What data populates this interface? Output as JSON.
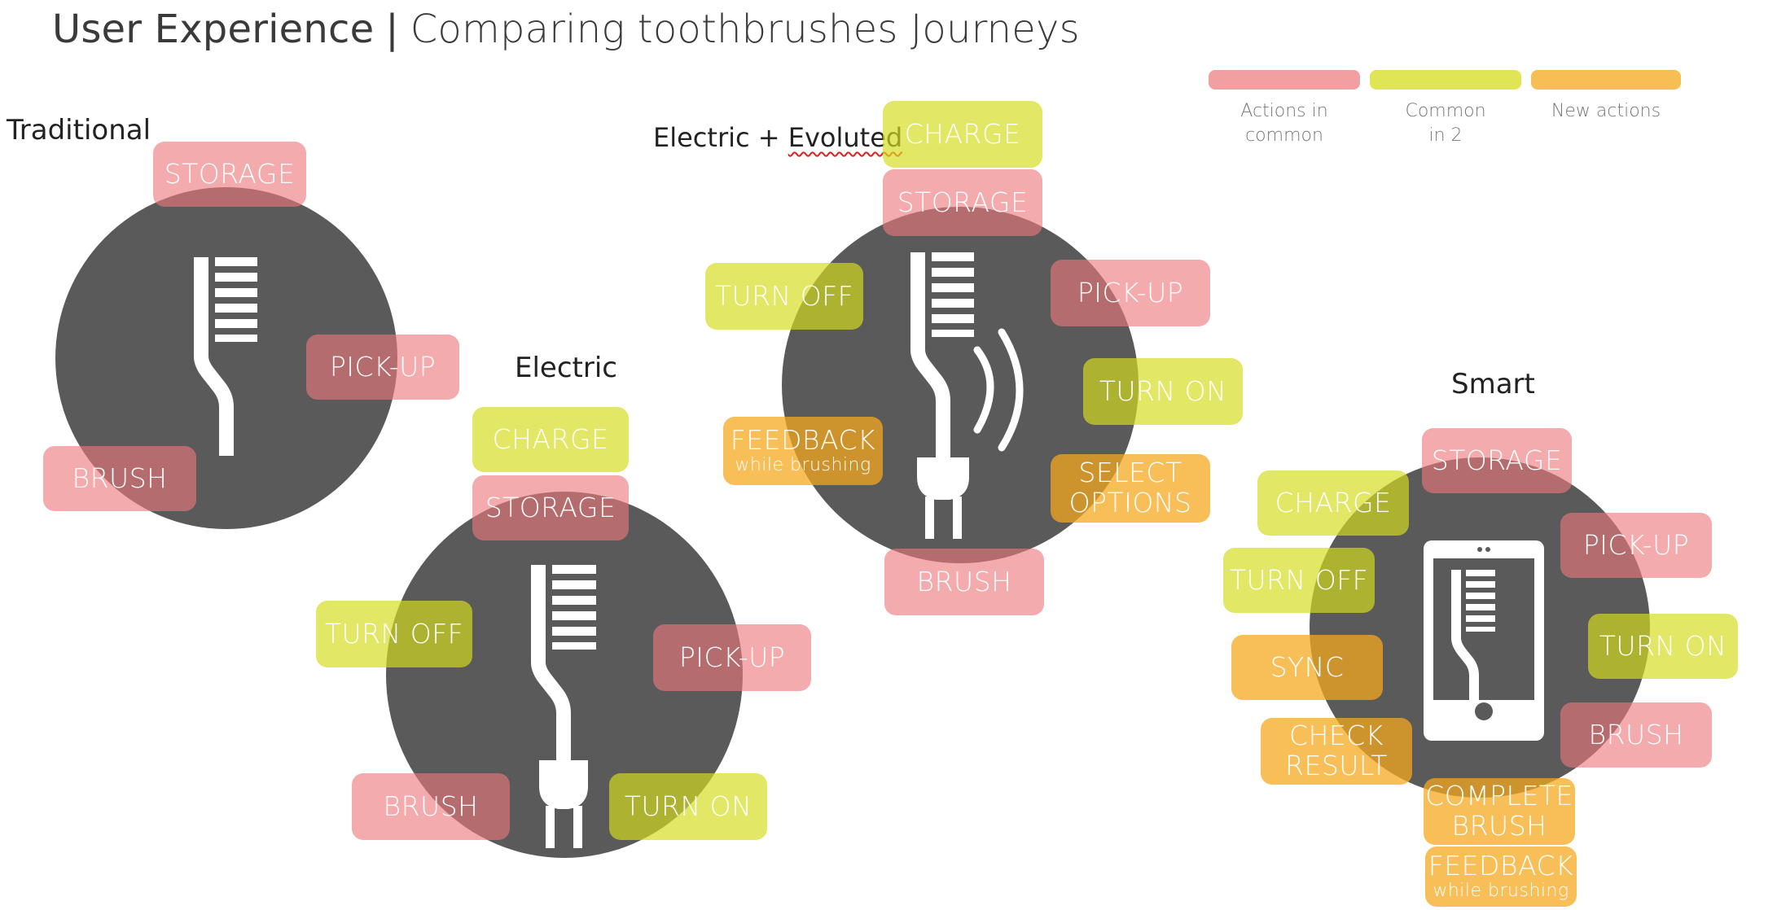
{
  "title": {
    "main": "User Experience",
    "separator": "|",
    "sub": "Comparing toothbrushes Journeys"
  },
  "legend": [
    {
      "label_line1": "Actions in",
      "label_line2": "common",
      "color": "#eb787a"
    },
    {
      "label_line1": "Common",
      "label_line2": "in 2",
      "color": "#d6dc1e"
    },
    {
      "label_line1": "New actions",
      "label_line2": "",
      "color": "#f6a81e"
    }
  ],
  "journeys": {
    "traditional": {
      "heading": "Traditional",
      "actions": {
        "storage": "STORAGE",
        "pickup": "PICK-UP",
        "brush": "BRUSH"
      }
    },
    "electric": {
      "heading": "Electric",
      "actions": {
        "charge": "CHARGE",
        "storage": "STORAGE",
        "turn_off": "TURN OFF",
        "pickup": "PICK-UP",
        "brush": "BRUSH",
        "turn_on": "TURN ON"
      }
    },
    "evolved": {
      "heading_part1": "Electric +",
      "heading_part2": "Evoluted",
      "actions": {
        "charge": "CHARGE",
        "storage": "STORAGE",
        "turn_off": "TURN OFF",
        "pickup": "PICK-UP",
        "turn_on": "TURN ON",
        "feedback": "FEEDBACK",
        "feedback_sub": "while brushing",
        "select_line1": "SELECT",
        "select_line2": "OPTIONS",
        "brush": "BRUSH"
      }
    },
    "smart": {
      "heading": "Smart",
      "actions": {
        "storage": "STORAGE",
        "charge": "CHARGE",
        "pickup": "PICK-UP",
        "turn_off": "TURN OFF",
        "turn_on": "TURN ON",
        "sync": "SYNC",
        "check_line1": "CHECK",
        "check_line2": "RESULT",
        "brush": "BRUSH",
        "complete_line1": "COMPLETE",
        "complete_line2": "BRUSH",
        "feedback": "FEEDBACK",
        "feedback_sub": "while brushing"
      }
    }
  },
  "colors": {
    "actions_in_common": "#eb787a",
    "common_in_2": "#d6dc1e",
    "new_actions": "#f6a81e",
    "circle": "#5a5a5a",
    "icon": "#ffffff"
  },
  "icons": [
    "toothbrush-icon",
    "plug-icon",
    "vibration-waves-icon",
    "smartphone-icon"
  ]
}
